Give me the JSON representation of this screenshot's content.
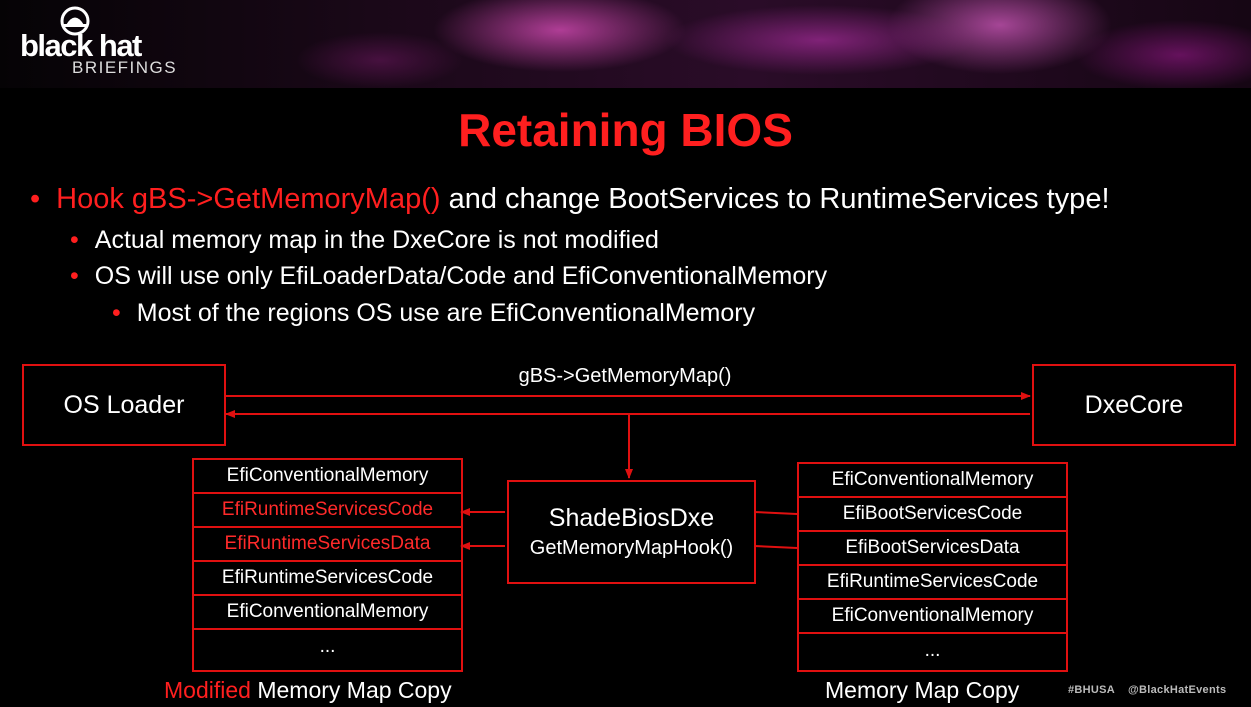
{
  "header": {
    "logo_main": "black hat",
    "logo_sub": "BRIEFINGS",
    "icon": "black-hat-icon"
  },
  "title": "Retaining BIOS",
  "bullets": [
    {
      "level": 1,
      "highlight": "Hook gBS->GetMemoryMap()",
      "text": " and change BootServices to RuntimeServices type!"
    },
    {
      "level": 2,
      "text": "Actual memory map in the DxeCore is not modified"
    },
    {
      "level": 2,
      "text": "OS will use only EfiLoaderData/Code and EfiConventionalMemory"
    },
    {
      "level": 3,
      "text": "Most of the regions OS use are EfiConventionalMemory"
    }
  ],
  "diagram": {
    "os_loader": "OS Loader",
    "dxecore": "DxeCore",
    "call_label": "gBS->GetMemoryMap()",
    "hook_module": "ShadeBiosDxe",
    "hook_function": "GetMemoryMapHook()",
    "modified_map": {
      "rows": [
        {
          "label": "EfiConventionalMemory",
          "modified": false
        },
        {
          "label": "EfiRuntimeServicesCode",
          "modified": true
        },
        {
          "label": "EfiRuntimeServicesData",
          "modified": true
        },
        {
          "label": "EfiRuntimeServicesCode",
          "modified": false
        },
        {
          "label": "EfiConventionalMemory",
          "modified": false
        },
        {
          "label": "...",
          "modified": false
        }
      ],
      "caption_highlight": "Modified",
      "caption": " Memory Map Copy"
    },
    "original_map": {
      "rows": [
        {
          "label": "EfiConventionalMemory"
        },
        {
          "label": "EfiBootServicesCode"
        },
        {
          "label": "EfiBootServicesData"
        },
        {
          "label": "EfiRuntimeServicesCode"
        },
        {
          "label": "EfiConventionalMemory"
        },
        {
          "label": "..."
        }
      ],
      "caption": "Memory Map Copy"
    }
  },
  "footer": {
    "tag": "#BHUSA",
    "handle": "@BlackHatEvents"
  },
  "colors": {
    "accent": "#ff1f1f",
    "box_border": "#e01010",
    "background": "#000000"
  }
}
